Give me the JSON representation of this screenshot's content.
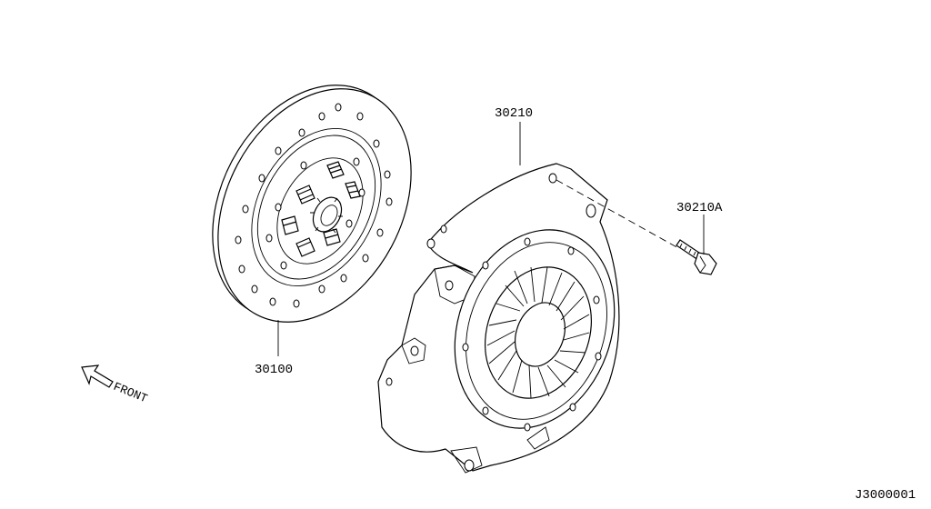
{
  "parts": {
    "clutch_disc": {
      "number": "30100"
    },
    "clutch_cover": {
      "number": "30210"
    },
    "cover_bolt": {
      "number": "30210A"
    }
  },
  "orientation": {
    "front_label": "FRONT"
  },
  "diagram_id": "J3000001",
  "colors": {
    "line": "#000000",
    "background": "#ffffff"
  }
}
